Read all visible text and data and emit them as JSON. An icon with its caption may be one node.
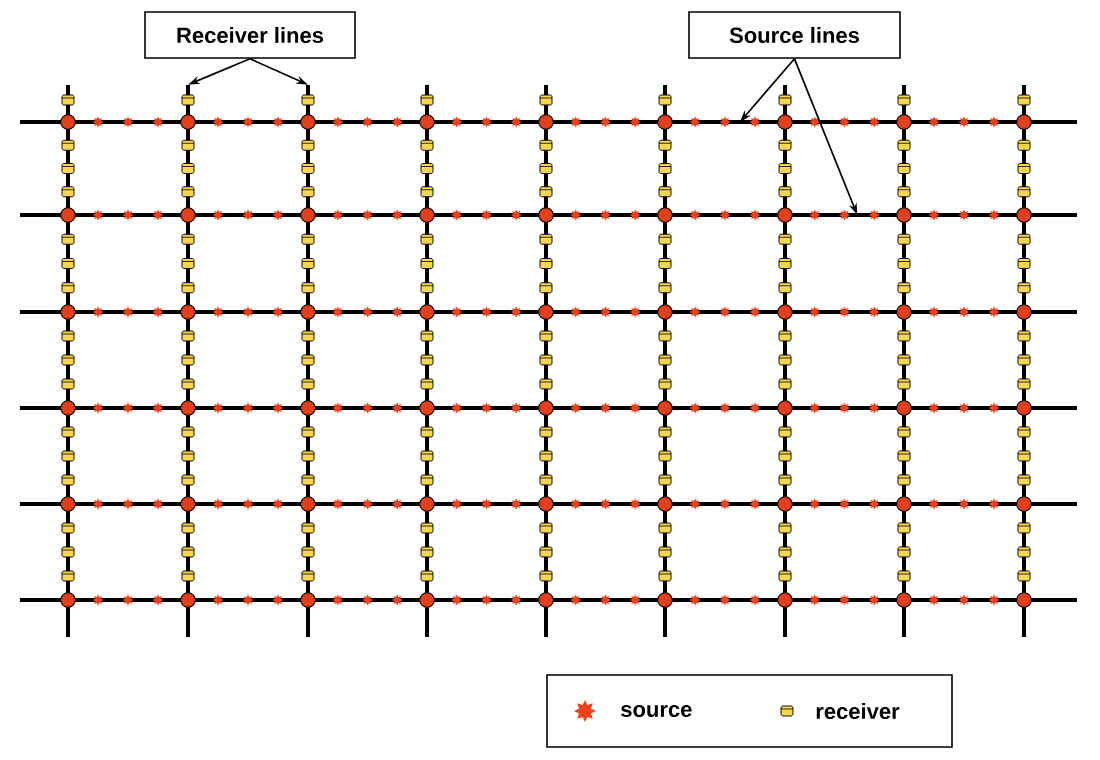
{
  "diagram": {
    "nodes": [
      {
        "text": [
          "Receiver lines"
        ]
      },
      {
        "text": [
          "Source lines"
        ]
      },
      {
        "text": [],
        "shape": "line"
      },
      {
        "text": [],
        "shape": "line"
      },
      {
        "text": [],
        "shape": "line"
      },
      {
        "text": [],
        "shape": "line"
      }
    ],
    "edges": [
      {
        "from": 0,
        "to": 2,
        "arrow": "to"
      },
      {
        "from": 0,
        "to": 3,
        "arrow": "to"
      },
      {
        "from": 1,
        "to": 4,
        "arrow": "to"
      },
      {
        "from": 1,
        "to": 5,
        "arrow": "to"
      }
    ],
    "legend": [
      {
        "text": "source"
      },
      {
        "text": "receiver"
      }
    ]
  }
}
